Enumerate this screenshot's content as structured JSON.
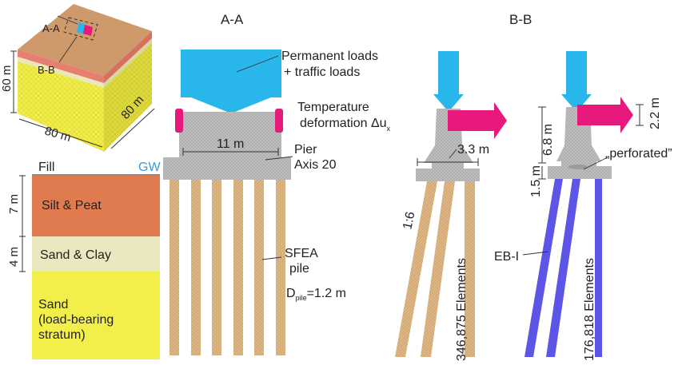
{
  "sections": {
    "aa": "A-A",
    "bb": "B-B"
  },
  "site_model": {
    "marker_aa": "A-A",
    "marker_bb": "B-B",
    "depth": "60 m",
    "width": "80 m",
    "length": "80 m"
  },
  "soil_profile": {
    "fill": "Fill",
    "gw": "GW",
    "layers": [
      {
        "name": "Silt & Peat",
        "thickness": "7 m",
        "color": "#e07a4f"
      },
      {
        "name": "Sand & Clay",
        "thickness": "4 m",
        "color": "#e9e8bf"
      },
      {
        "name_line1": "Sand",
        "name_line2": "(load-bearing",
        "name_line3": "stratum)",
        "color": "#f2ef4a"
      }
    ]
  },
  "section_aa": {
    "load_line1": "Permanent loads",
    "load_line2": "+ traffic loads",
    "width_dim": "11 m",
    "pier_line1": "Pier",
    "pier_line2": "Axis 20",
    "pile_line1": "SFEA",
    "pile_line2": "pile",
    "diameter_prefix": "D",
    "diameter_sub": "pile",
    "diameter_value": "=1.2 m"
  },
  "section_bb": {
    "temp_line1": "Temperature",
    "temp_line2": "deformation Δu",
    "temp_sub": "x",
    "width_dim": "3.3 m",
    "slope": "1:6",
    "sfea_elements": "346,875 Elements",
    "height_dim": "6.8 m",
    "cap_dim": "1.5 m",
    "load_offset": "2.2 m",
    "perforated": "„perforated”",
    "ebi": "EB-I",
    "ebi_elements": "176,818 Elements"
  },
  "colors": {
    "load": "#29b6ea",
    "temperature": "#e8197c",
    "concrete": "#b9b9b9",
    "sfea_pile": "#d9b07c",
    "eb_pile": "#5c55e6"
  }
}
